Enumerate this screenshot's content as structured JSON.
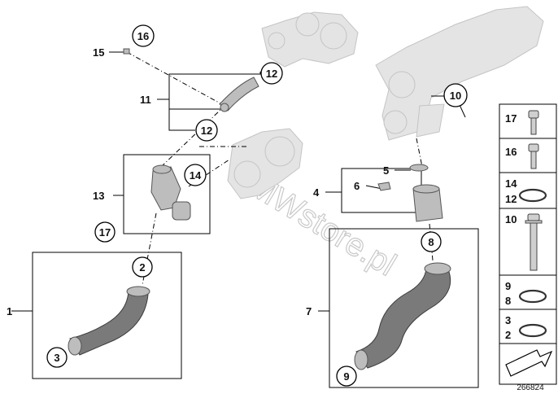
{
  "watermark": "BMWstore.pl",
  "diagram_number": "266824",
  "plain_labels": {
    "l1": "1",
    "l4": "4",
    "l5": "5",
    "l6": "6",
    "l7": "7",
    "l11": "11",
    "l13": "13",
    "l15": "15"
  },
  "circled_labels": {
    "c2": "2",
    "c3": "3",
    "c8": "8",
    "c9": "9",
    "c10": "10",
    "c12a": "12",
    "c12b": "12",
    "c14": "14",
    "c16": "16",
    "c17": "17"
  },
  "legend": [
    {
      "numbers": [
        "17"
      ],
      "part_icon": "bolt-long-icon"
    },
    {
      "numbers": [
        "16"
      ],
      "part_icon": "bolt-short-icon"
    },
    {
      "numbers": [
        "14",
        "12"
      ],
      "part_icon": "o-ring-icon"
    },
    {
      "numbers": [
        "10"
      ],
      "part_icon": "flange-bolt-icon"
    },
    {
      "numbers": [
        "9",
        "8"
      ],
      "part_icon": "o-ring-icon"
    },
    {
      "numbers": [
        "3",
        "2"
      ],
      "part_icon": "o-ring-icon"
    },
    {
      "numbers": [],
      "part_icon": "arrow-icon"
    }
  ]
}
